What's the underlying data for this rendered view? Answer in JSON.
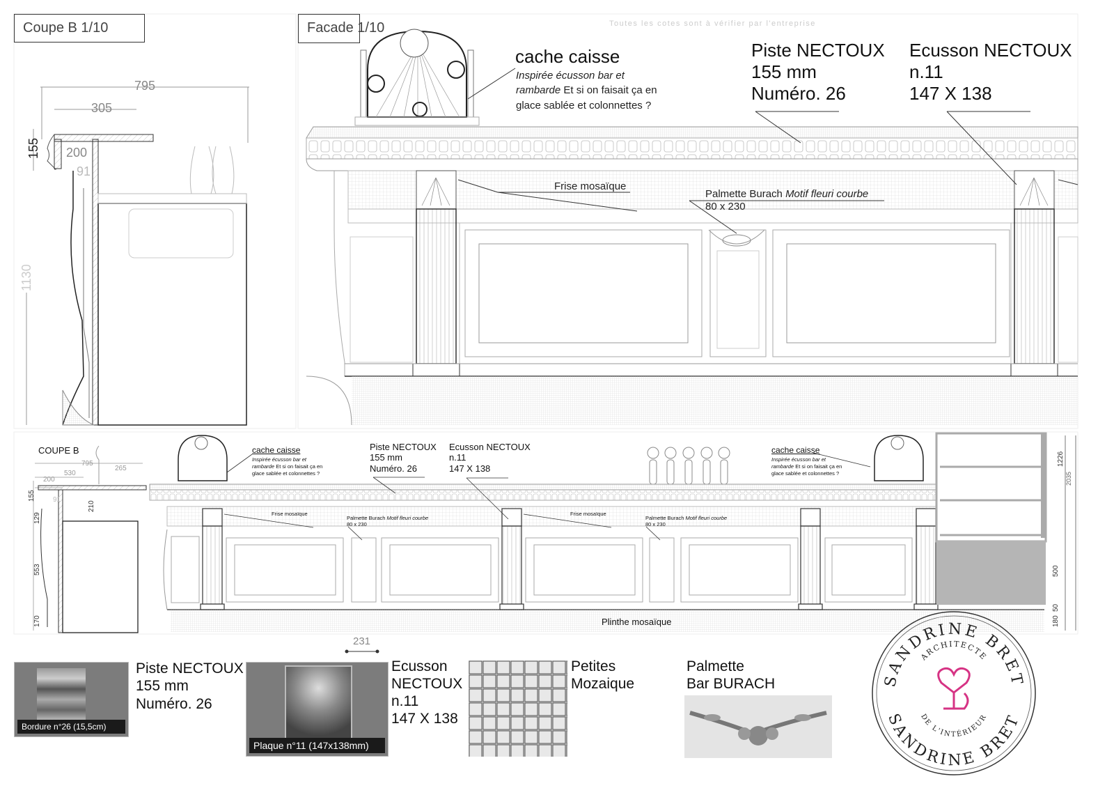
{
  "top_section": {
    "coupe_label": "Coupe B  1/10",
    "facade_label": "Facade 1/10",
    "disclaimer": "Toutes les cotes sont à vérifier par l'entreprise",
    "coupe_dims": {
      "d795": "795",
      "d305": "305",
      "d155": "155",
      "d200": "200",
      "d91": "91",
      "d1130": "1130"
    },
    "cache_caisse": {
      "title": "cache caisse",
      "note_italic_1": "Inspirée écusson bar et",
      "note_italic_2": "rambarde",
      "note_2_rest": " Et si on faisait ça en",
      "note_3": "glace sablée et colonnettes ?"
    },
    "piste": {
      "line1": "Piste NECTOUX",
      "line2": "155 mm",
      "line3": "Numéro. 26"
    },
    "ecusson": {
      "line1": "Ecusson NECTOUX",
      "line2": "n.11",
      "line3": "147 X 138"
    },
    "frise": "Frise mosaïque",
    "palmette": {
      "name": "Palmette Burach",
      "italic": "Motif fleuri courbe",
      "size": "80 x 230"
    }
  },
  "bottom_section": {
    "coupe_label": "COUPE B",
    "dims": {
      "d795": "795",
      "d530": "530",
      "d265": "265",
      "d200": "200",
      "d155": "155",
      "d91": "91",
      "d210": "210",
      "d129": "129",
      "d553": "553",
      "d170": "170"
    },
    "cache_caisse_left": {
      "title": "cache caisse",
      "l1": "Inspirée écusson bar et",
      "l2i": "rambarde",
      "l2": " Et si on faisait ça en",
      "l3": "glace sablée et colonnettes ?"
    },
    "cache_caisse_right": {
      "title": "cache caisse",
      "l1": "Inspirée écusson bar et",
      "l2i": "rambarde",
      "l2": " Et si on faisait ça en",
      "l3": "glace sablée et colonnettes ?"
    },
    "piste": {
      "line1": "Piste NECTOUX",
      "line2": "155 mm",
      "line3": "Numéro. 26"
    },
    "ecusson": {
      "line1": "Ecusson NECTOUX",
      "line2": "n.11",
      "line3": "147 X 138"
    },
    "frise_1": "Frise mosaïque",
    "frise_2": "Frise mosaïque",
    "palmette_1": {
      "name": "Palmette Burach",
      "italic": "Motif fleuri courbe",
      "size": "80 x 230"
    },
    "palmette_2": {
      "name": "Palmette Burach",
      "italic": "Motif fleuri courbe",
      "size": "80 x 230"
    },
    "plinthe": "Plinthe mosaïque",
    "right_dims": {
      "d1226": "1226",
      "d2035": "2035",
      "d500": "500",
      "d50": "50",
      "d180": "180"
    }
  },
  "materials": {
    "bordure": {
      "caption": "Bordure n°26 (15,5cm)",
      "line1": "Piste NECTOUX",
      "line2": "155 mm",
      "line3": "Numéro. 26"
    },
    "plaque": {
      "dim": "231",
      "caption": "Plaque n°11 (147x138mm)",
      "line1": "Ecusson",
      "line2": "NECTOUX",
      "line3": "n.11",
      "line4": "147 X 138"
    },
    "mosaique": {
      "line1": "Petites",
      "line2": "Mozaique"
    },
    "palmette": {
      "line1": "Palmette",
      "line2": "Bar BURACH"
    }
  },
  "stamp": {
    "name_top": "SANDRINE BRET",
    "role": "ARCHITECTE",
    "role2": "DE L'INTÉRIEUR",
    "name_bottom": "SANDRINE BRET",
    "accent": "#d63384"
  }
}
